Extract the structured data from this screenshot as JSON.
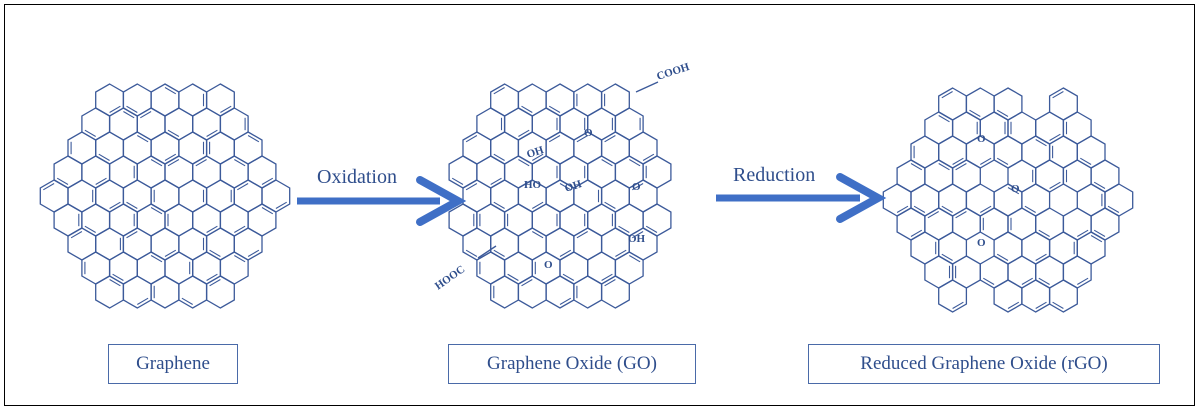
{
  "colors": {
    "line": "#3c5a9a",
    "text": "#2f4e8c",
    "arrow": "#3f6fc6"
  },
  "stages": [
    {
      "label": "Graphene"
    },
    {
      "label": "Graphene Oxide (GO)"
    },
    {
      "label": "Reduced Graphene Oxide (rGO)"
    }
  ],
  "arrows": [
    {
      "label": "Oxidation"
    },
    {
      "label": "Reduction"
    }
  ],
  "go_groups": {
    "cooh": "COOH",
    "o_top": "O",
    "oh_1": "OH",
    "ho": "HO",
    "oh_2": "OH",
    "o_mid": "O",
    "oh_3": "OH",
    "hooc": "HOOC",
    "o_bottom": "O"
  },
  "rgo_groups": {
    "o_1": "O",
    "o_2": "O",
    "o_3": "O"
  }
}
